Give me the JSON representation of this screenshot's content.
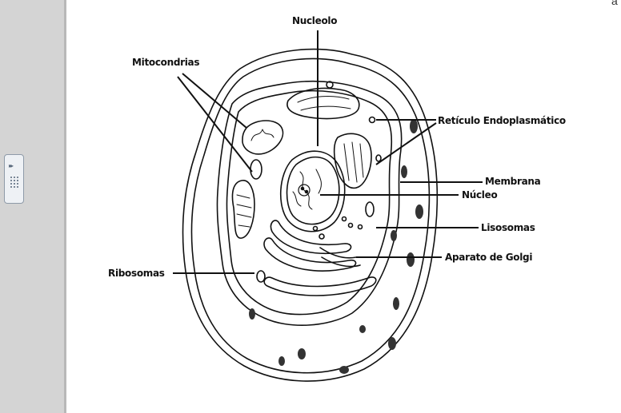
{
  "corner_text": "a",
  "diagram": {
    "labels": {
      "nucleolo": "Nucleolo",
      "mitocondrias": "Mitocondrias",
      "reticulo": "Retículo Endoplasmático",
      "membrana": "Membrana",
      "nucleo": "Núcleo",
      "lisosomas": "Lisosomas",
      "aparato_golgi": "Aparato de Golgi",
      "ribosomas": "Ribosomas"
    }
  },
  "icons": {
    "panel_toggle": "double-chevron-right-icon",
    "grip": "grip-dots-icon"
  }
}
